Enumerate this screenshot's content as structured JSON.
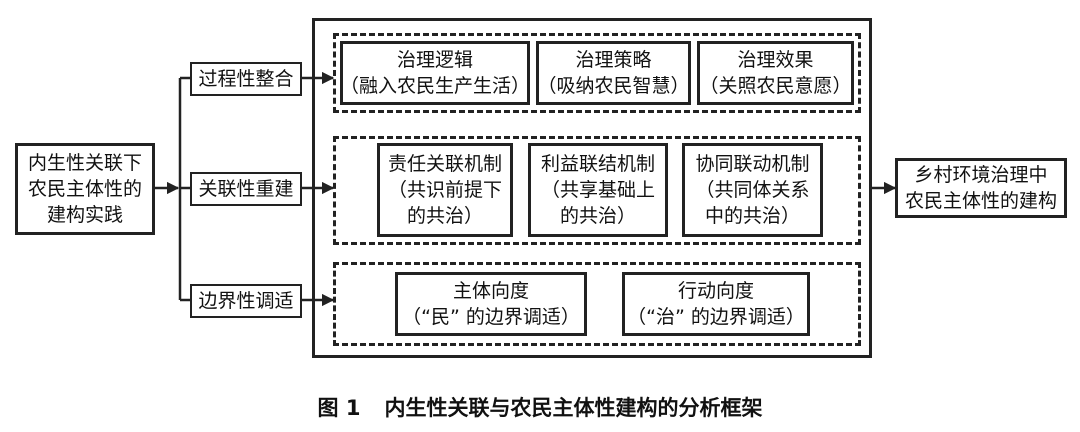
{
  "left_box": {
    "line1": "内生性关联下",
    "line2": "农民主体性的",
    "line3": "建构实践"
  },
  "dimensions": [
    {
      "label": "过程性整合"
    },
    {
      "label": "关联性重建"
    },
    {
      "label": "边界性调适"
    }
  ],
  "group1": [
    {
      "line1": "治理逻辑",
      "line2": "（融入农民生产生活）"
    },
    {
      "line1": "治理策略",
      "line2": "（吸纳农民智慧）"
    },
    {
      "line1": "治理效果",
      "line2": "（关照农民意愿）"
    }
  ],
  "group2": [
    {
      "line1": "责任关联机制",
      "line2": "（共识前提下",
      "line3": "的共治）"
    },
    {
      "line1": "利益联结机制",
      "line2": "（共享基础上",
      "line3": "的共治）"
    },
    {
      "line1": "协同联动机制",
      "line2": "（共同体关系",
      "line3": "中的共治）"
    }
  ],
  "group3": [
    {
      "line1": "主体向度",
      "line2": "（“民” 的边界调适）"
    },
    {
      "line1": "行动向度",
      "line2": "（“治” 的边界调适）"
    }
  ],
  "result_box": {
    "line1": "乡村环境治理中",
    "line2": "农民主体性的建构"
  },
  "caption": {
    "figure": "图 1",
    "title": "内生性关联与农民主体性建构的分析框架"
  }
}
